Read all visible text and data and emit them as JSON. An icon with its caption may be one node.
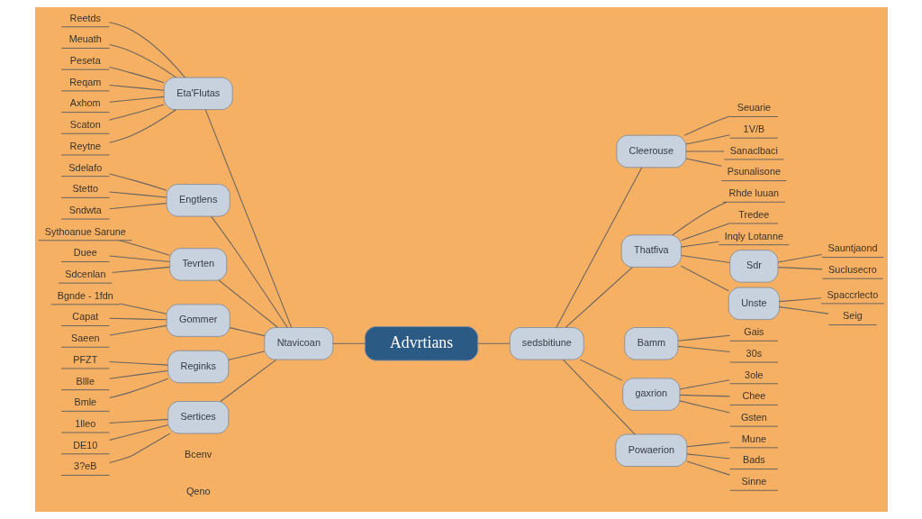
{
  "diagram": {
    "nodes": [
      {
        "text": [
          "Advrtians"
        ]
      },
      {
        "text": [
          "Ntavicoan"
        ]
      },
      {
        "text": [
          "Eta'Flutas"
        ]
      },
      {
        "text": [
          "Reetds"
        ]
      },
      {
        "text": [
          "Meuath"
        ]
      },
      {
        "text": [
          "Peseta"
        ]
      },
      {
        "text": [
          "Reqam"
        ]
      },
      {
        "text": [
          "Axhom"
        ]
      },
      {
        "text": [
          "Scaton"
        ]
      },
      {
        "text": [
          "Reytne"
        ]
      },
      {
        "text": [
          "Engtlens"
        ]
      },
      {
        "text": [
          "Sdelafo"
        ]
      },
      {
        "text": [
          "Stetto"
        ]
      },
      {
        "text": [
          "Sndwta"
        ]
      },
      {
        "text": [
          "Tevrten"
        ]
      },
      {
        "text": [
          "Sythoanue Sarune"
        ]
      },
      {
        "text": [
          "Duee"
        ]
      },
      {
        "text": [
          "Sdcenlan"
        ]
      },
      {
        "text": [
          "Gommer"
        ]
      },
      {
        "text": [
          "Bgnde - 1fdn"
        ]
      },
      {
        "text": [
          "Capat"
        ]
      },
      {
        "text": [
          "Saeen"
        ]
      },
      {
        "text": [
          "Reginks"
        ]
      },
      {
        "text": [
          "PFZT"
        ]
      },
      {
        "text": [
          "Bllle"
        ]
      },
      {
        "text": [
          "Bmle"
        ]
      },
      {
        "text": [
          "Sertices"
        ]
      },
      {
        "text": [
          "1lleo"
        ]
      },
      {
        "text": [
          "DE10"
        ]
      },
      {
        "text": [
          "3?eB"
        ]
      },
      {
        "text": [
          "sedsbitiune"
        ]
      },
      {
        "text": [
          "Cleerouse"
        ]
      },
      {
        "text": [
          "Seuarie"
        ]
      },
      {
        "text": [
          "1V/B"
        ]
      },
      {
        "text": [
          "Sanaclbaci"
        ]
      },
      {
        "text": [
          "Psunalisone"
        ]
      },
      {
        "text": [
          "Thatfiva"
        ]
      },
      {
        "text": [
          "Rhde luuan"
        ]
      },
      {
        "text": [
          "Tredee"
        ]
      },
      {
        "text": [
          "Inqly Lotanne"
        ]
      },
      {
        "text": [
          "Sdr"
        ]
      },
      {
        "text": [
          "Sauntjaond"
        ]
      },
      {
        "text": [
          "Suclusecro"
        ]
      },
      {
        "text": [
          "Unste"
        ]
      },
      {
        "text": [
          "Spaccrlecto"
        ]
      },
      {
        "text": [
          "Seig"
        ]
      },
      {
        "text": [
          "Bamm"
        ]
      },
      {
        "text": [
          "Gais"
        ]
      },
      {
        "text": [
          "30s"
        ]
      },
      {
        "text": [
          "gaxrion"
        ]
      },
      {
        "text": [
          "3ole"
        ]
      },
      {
        "text": [
          "Chee"
        ]
      },
      {
        "text": [
          "Gsten"
        ]
      },
      {
        "text": [
          "Powaerion"
        ]
      },
      {
        "text": [
          "Mune"
        ]
      },
      {
        "text": [
          "Bads"
        ]
      },
      {
        "text": [
          "Sinne"
        ]
      }
    ],
    "edges": [
      {
        "from": 0,
        "to": 1,
        "arrow": "none"
      },
      {
        "from": 0,
        "to": 30,
        "arrow": "none"
      },
      {
        "from": 1,
        "to": 2,
        "arrow": "none"
      },
      {
        "from": 2,
        "to": 3,
        "arrow": "none"
      },
      {
        "from": 2,
        "to": 4,
        "arrow": "none"
      },
      {
        "from": 2,
        "to": 5,
        "arrow": "none"
      },
      {
        "from": 2,
        "to": 6,
        "arrow": "none"
      },
      {
        "from": 2,
        "to": 7,
        "arrow": "none"
      },
      {
        "from": 2,
        "to": 8,
        "arrow": "none"
      },
      {
        "from": 2,
        "to": 9,
        "arrow": "none"
      },
      {
        "from": 1,
        "to": 10,
        "arrow": "none"
      },
      {
        "from": 10,
        "to": 11,
        "arrow": "none"
      },
      {
        "from": 10,
        "to": 12,
        "arrow": "none"
      },
      {
        "from": 10,
        "to": 13,
        "arrow": "none"
      },
      {
        "from": 1,
        "to": 14,
        "arrow": "none"
      },
      {
        "from": 14,
        "to": 15,
        "arrow": "none"
      },
      {
        "from": 14,
        "to": 16,
        "arrow": "none"
      },
      {
        "from": 14,
        "to": 17,
        "arrow": "none"
      },
      {
        "from": 1,
        "to": 18,
        "arrow": "none"
      },
      {
        "from": 18,
        "to": 19,
        "arrow": "none"
      },
      {
        "from": 18,
        "to": 20,
        "arrow": "none"
      },
      {
        "from": 18,
        "to": 21,
        "arrow": "none"
      },
      {
        "from": 1,
        "to": 22,
        "arrow": "none"
      },
      {
        "from": 22,
        "to": 23,
        "arrow": "none"
      },
      {
        "from": 22,
        "to": 24,
        "arrow": "none"
      },
      {
        "from": 22,
        "to": 25,
        "arrow": "none"
      },
      {
        "from": 1,
        "to": 26,
        "arrow": "none"
      },
      {
        "from": 26,
        "to": 27,
        "arrow": "none"
      },
      {
        "from": 26,
        "to": 28,
        "arrow": "none"
      },
      {
        "from": 26,
        "to": 29,
        "arrow": "none"
      },
      {
        "from": 30,
        "to": 31,
        "arrow": "none"
      },
      {
        "from": 31,
        "to": 32,
        "arrow": "none"
      },
      {
        "from": 31,
        "to": 33,
        "arrow": "none"
      },
      {
        "from": 31,
        "to": 34,
        "arrow": "none"
      },
      {
        "from": 31,
        "to": 35,
        "arrow": "none"
      },
      {
        "from": 30,
        "to": 36,
        "arrow": "none"
      },
      {
        "from": 36,
        "to": 37,
        "arrow": "none"
      },
      {
        "from": 36,
        "to": 38,
        "arrow": "none"
      },
      {
        "from": 36,
        "to": 39,
        "arrow": "none"
      },
      {
        "from": 36,
        "to": 40,
        "arrow": "none"
      },
      {
        "from": 40,
        "to": 41,
        "arrow": "none"
      },
      {
        "from": 40,
        "to": 42,
        "arrow": "none"
      },
      {
        "from": 36,
        "to": 43,
        "arrow": "none"
      },
      {
        "from": 43,
        "to": 44,
        "arrow": "none"
      },
      {
        "from": 43,
        "to": 45,
        "arrow": "none"
      },
      {
        "from": 46,
        "to": 47,
        "arrow": "none"
      },
      {
        "from": 46,
        "to": 48,
        "arrow": "none"
      },
      {
        "from": 30,
        "to": 49,
        "arrow": "none"
      },
      {
        "from": 49,
        "to": 50,
        "arrow": "none"
      },
      {
        "from": 49,
        "to": 51,
        "arrow": "none"
      },
      {
        "from": 49,
        "to": 52,
        "arrow": "none"
      },
      {
        "from": 30,
        "to": 53,
        "arrow": "none"
      },
      {
        "from": 53,
        "to": 54,
        "arrow": "none"
      },
      {
        "from": 53,
        "to": 55,
        "arrow": "none"
      },
      {
        "from": 53,
        "to": 56,
        "arrow": "none"
      }
    ],
    "labels": [
      "Bcenv",
      "Qeno"
    ]
  }
}
